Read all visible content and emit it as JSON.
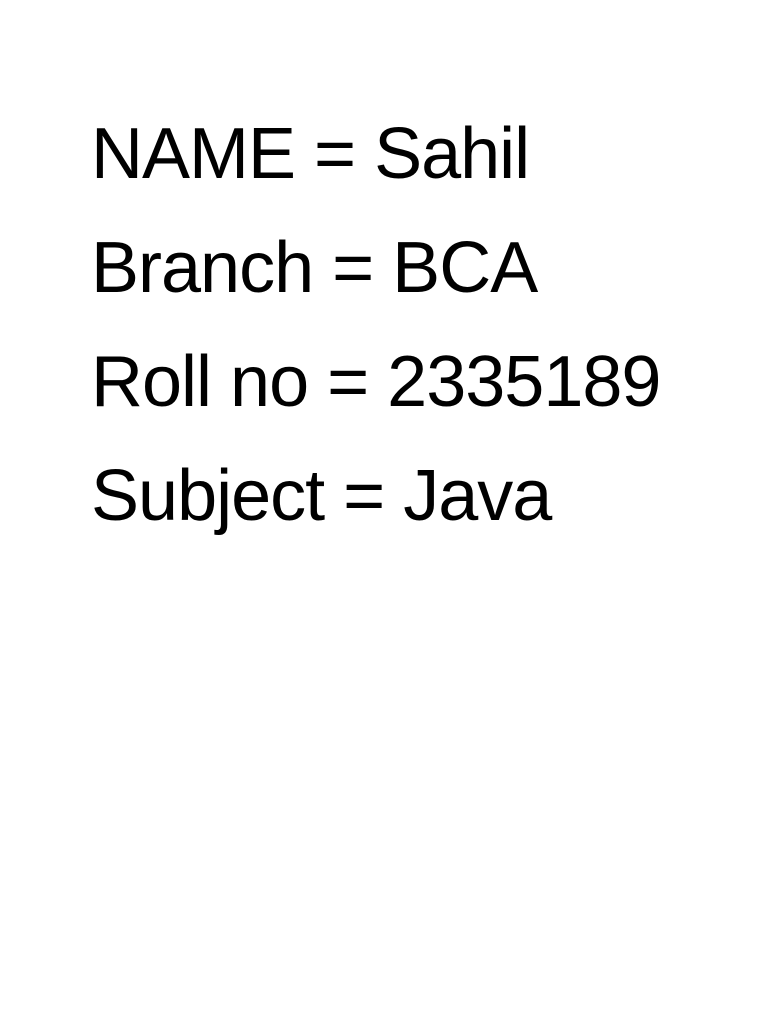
{
  "document": {
    "lines": [
      "NAME = Sahil",
      "Branch = BCA",
      "Roll no = 2335189",
      "Subject = Java"
    ]
  },
  "colors": {
    "background": "#ffffff",
    "text": "#000000"
  }
}
